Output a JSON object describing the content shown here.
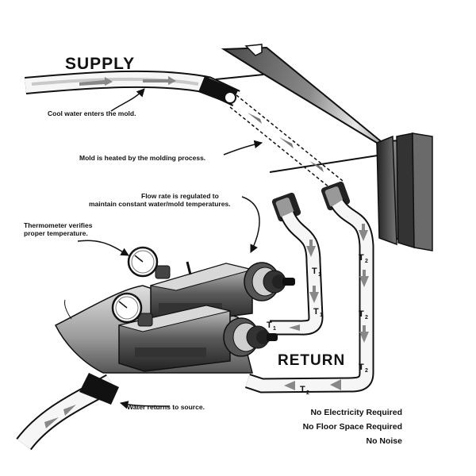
{
  "labels": {
    "supply": "SUPPLY",
    "return": "RETURN",
    "cool_water": "Cool water enters the mold.",
    "mold_heated": "Mold is heated by the molding process.",
    "flow_rate_line1": "Flow rate is regulated to",
    "flow_rate_line2": "maintain constant water/mold temperatures.",
    "thermometer_line1": "Thermometer verifies",
    "thermometer_line2": "proper temperature.",
    "water_returns": "Water returns to source."
  },
  "features": [
    "No Electricity Required",
    "No Floor Space Required",
    "No Noise"
  ],
  "temp_markers": {
    "t1": "T",
    "t1_sub": "1",
    "t2": "T",
    "t2_sub": "2"
  }
}
